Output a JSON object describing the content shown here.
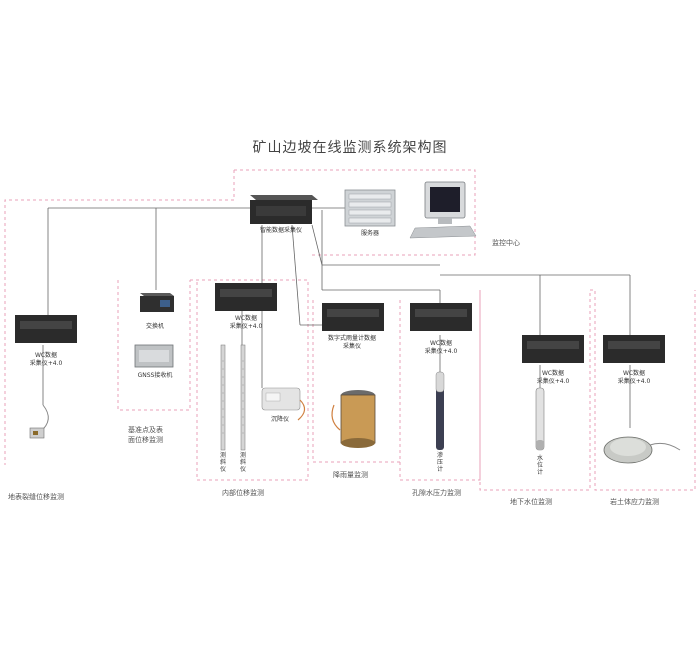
{
  "diagram": {
    "title": "矿山边坡在线监测系统架构图",
    "nodes": {
      "data_center_device": "智能数据采集仪",
      "server": "服务器",
      "monitor_center": "监控中心",
      "dtu_gnss": "GNSS接收机",
      "switch": "交换机",
      "left_logger": "WC数据\n采集仪+4.0",
      "inner_logger": "WC数据\n采集仪+4.0",
      "rain_logger": "数字式雨量计数据\n采集仪",
      "pore_logger": "WC数据\n采集仪+4.0",
      "water_logger": "WC数据\n采集仪+4.0",
      "stress_logger": "WC数据\n采集仪+4.0",
      "inclinometer_a": "测斜仪",
      "inclinometer_b": "测斜仪",
      "crack_meter": "沉降仪",
      "piezometer": "渗压计",
      "water_gauge": "水位计"
    },
    "sections": {
      "surface_crack": "地表裂缝位移监测",
      "surface_displacement": "基准点及表\n面位移监测",
      "deep_displacement": "内部位移监测",
      "rainfall": "降雨量监测",
      "pore_pressure": "孔隙水压力监测",
      "groundwater": "地下水位监测",
      "rock_stress": "岩土体应力监测"
    },
    "colors": {
      "dashed_border": "#e8a0b8",
      "connector": "#666666",
      "device_dark": "#2b2b2b",
      "device_panel": "#4a4a4a"
    },
    "icons": [
      "data-logger-box",
      "server-rack",
      "desktop-computer",
      "network-switch",
      "gnss-receiver",
      "inclinometer-rod",
      "crack-sensor",
      "rain-gauge",
      "piezometer-probe",
      "water-level-probe",
      "pressure-cell",
      "displacement-sensor"
    ]
  }
}
